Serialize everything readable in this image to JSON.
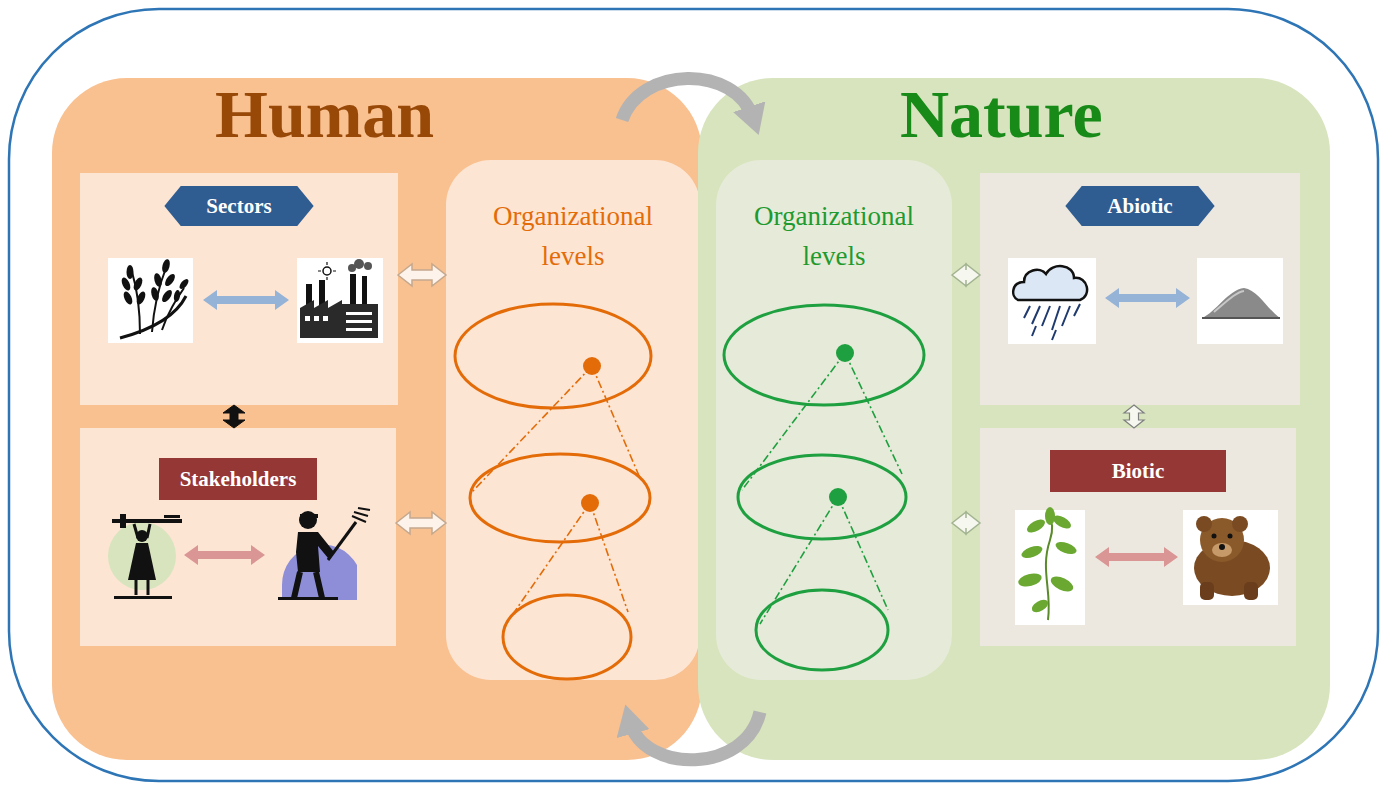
{
  "diagram": {
    "nodes": [
      {
        "text": [
          "Human"
        ]
      },
      {
        "text": [
          "Sectors"
        ],
        "in": 0
      },
      {
        "text": [
          "Stakeholders"
        ],
        "in": 0
      },
      {
        "text": [
          "Organizational levels"
        ],
        "in": 0
      },
      {
        "text": [
          "Nature"
        ]
      },
      {
        "text": [
          "Organizational levels"
        ],
        "in": 4
      },
      {
        "text": [
          "Abiotic"
        ],
        "in": 4
      },
      {
        "text": [
          "Biotic"
        ],
        "in": 4
      }
    ],
    "edges": [
      {
        "from": 0,
        "to": 4,
        "arrow": "to"
      },
      {
        "from": 4,
        "to": 0,
        "arrow": "to"
      },
      {
        "from": 1,
        "to": 2,
        "arrow": "both"
      },
      {
        "from": 1,
        "to": 3,
        "arrow": "both"
      },
      {
        "from": 2,
        "to": 3,
        "arrow": "both"
      },
      {
        "from": 5,
        "to": 6,
        "arrow": "both"
      },
      {
        "from": 5,
        "to": 7,
        "arrow": "both"
      },
      {
        "from": 6,
        "to": 7,
        "arrow": "both"
      }
    ]
  }
}
